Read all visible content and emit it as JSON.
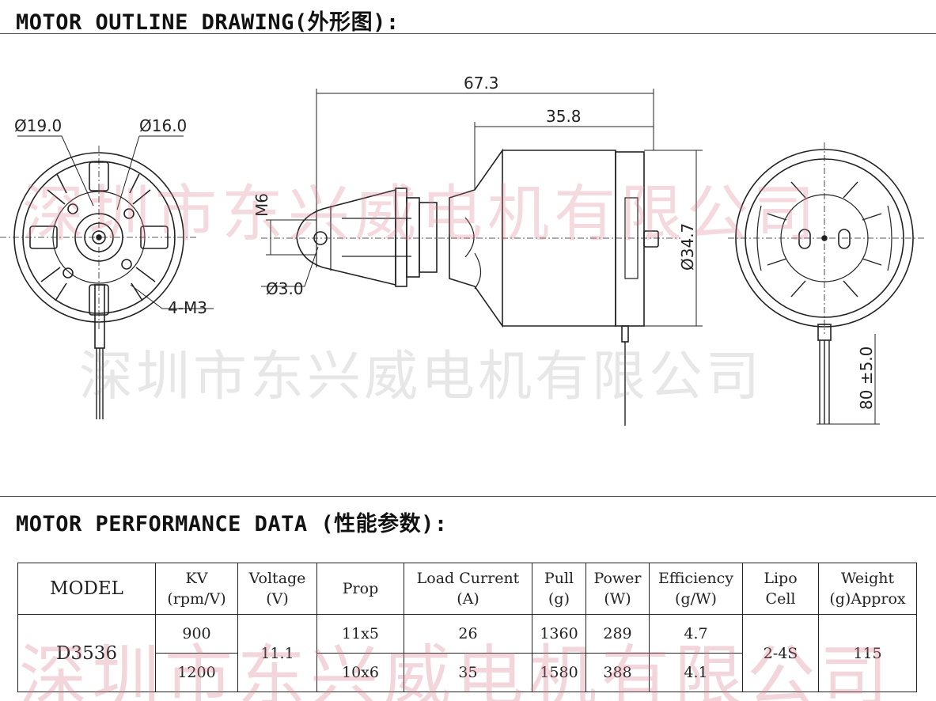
{
  "headings": {
    "outline": "MOTOR OUTLINE DRAWING(外形图):",
    "performance": "MOTOR PERFORMANCE DATA (性能参数):"
  },
  "drawing": {
    "dims": {
      "front_outer_dia": "Ø19.0",
      "front_inner_dia": "Ø16.0",
      "mount_screws": "4-M3",
      "total_length": "67.3",
      "body_length": "35.8",
      "prop_thread": "M6",
      "shaft_dia": "Ø3.0",
      "body_dia": "Ø34.7",
      "lead_length": "80 ±5.0"
    }
  },
  "table": {
    "headers": [
      {
        "line1": "MODEL",
        "line2": ""
      },
      {
        "line1": "KV",
        "line2": "(rpm/V)"
      },
      {
        "line1": "Voltage",
        "line2": "(V)"
      },
      {
        "line1": "Prop",
        "line2": ""
      },
      {
        "line1": "Load Current",
        "line2": "(A)"
      },
      {
        "line1": "Pull",
        "line2": "(g)"
      },
      {
        "line1": "Power",
        "line2": "(W)"
      },
      {
        "line1": "Efficiency",
        "line2": "(g/W)"
      },
      {
        "line1": "Lipo",
        "line2": "Cell"
      },
      {
        "line1": "Weight",
        "line2": "(g)Approx"
      }
    ],
    "model": "D3536",
    "voltage": "11.1",
    "lipo": "2-4S",
    "weight": "115",
    "rows": [
      {
        "kv": "900",
        "prop": "11x5",
        "current": "26",
        "pull": "1360",
        "power": "289",
        "efficiency": "4.7"
      },
      {
        "kv": "1200",
        "prop": "10x6",
        "current": "35",
        "pull": "1580",
        "power": "388",
        "efficiency": "4.1"
      }
    ]
  },
  "watermark": "深圳市东兴威电机有限公司",
  "colors": {
    "ink": "#222222",
    "watermark_pink": "#d77887"
  }
}
